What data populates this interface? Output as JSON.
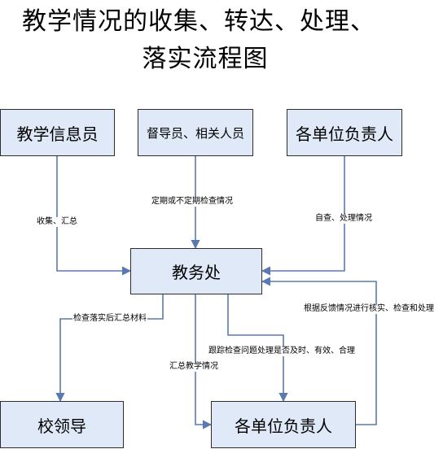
{
  "title": {
    "line1": "教学情况的收集、转达、处理、",
    "line2": "落实流程图"
  },
  "nodes": {
    "info_officer": "教学信息员",
    "supervisor": "督导员、相关人员",
    "unit_head_top": "各单位负责人",
    "academic_affairs": "教务处",
    "school_leadership": "校领导",
    "unit_head_bottom": "各单位负责人"
  },
  "edges": {
    "collect_summarize": "收集、汇总",
    "periodic_check": "定期或不定期检查情况",
    "self_check": "自查、处理情况",
    "verify_follow_up": "根据反馈情况进行核实、检查和处理",
    "check_implementation": "检查落实后汇总材料",
    "track_issues": "跟踪检查问题处理是否及时、有效、合理",
    "summarize_teaching": "汇总教学情况"
  }
}
